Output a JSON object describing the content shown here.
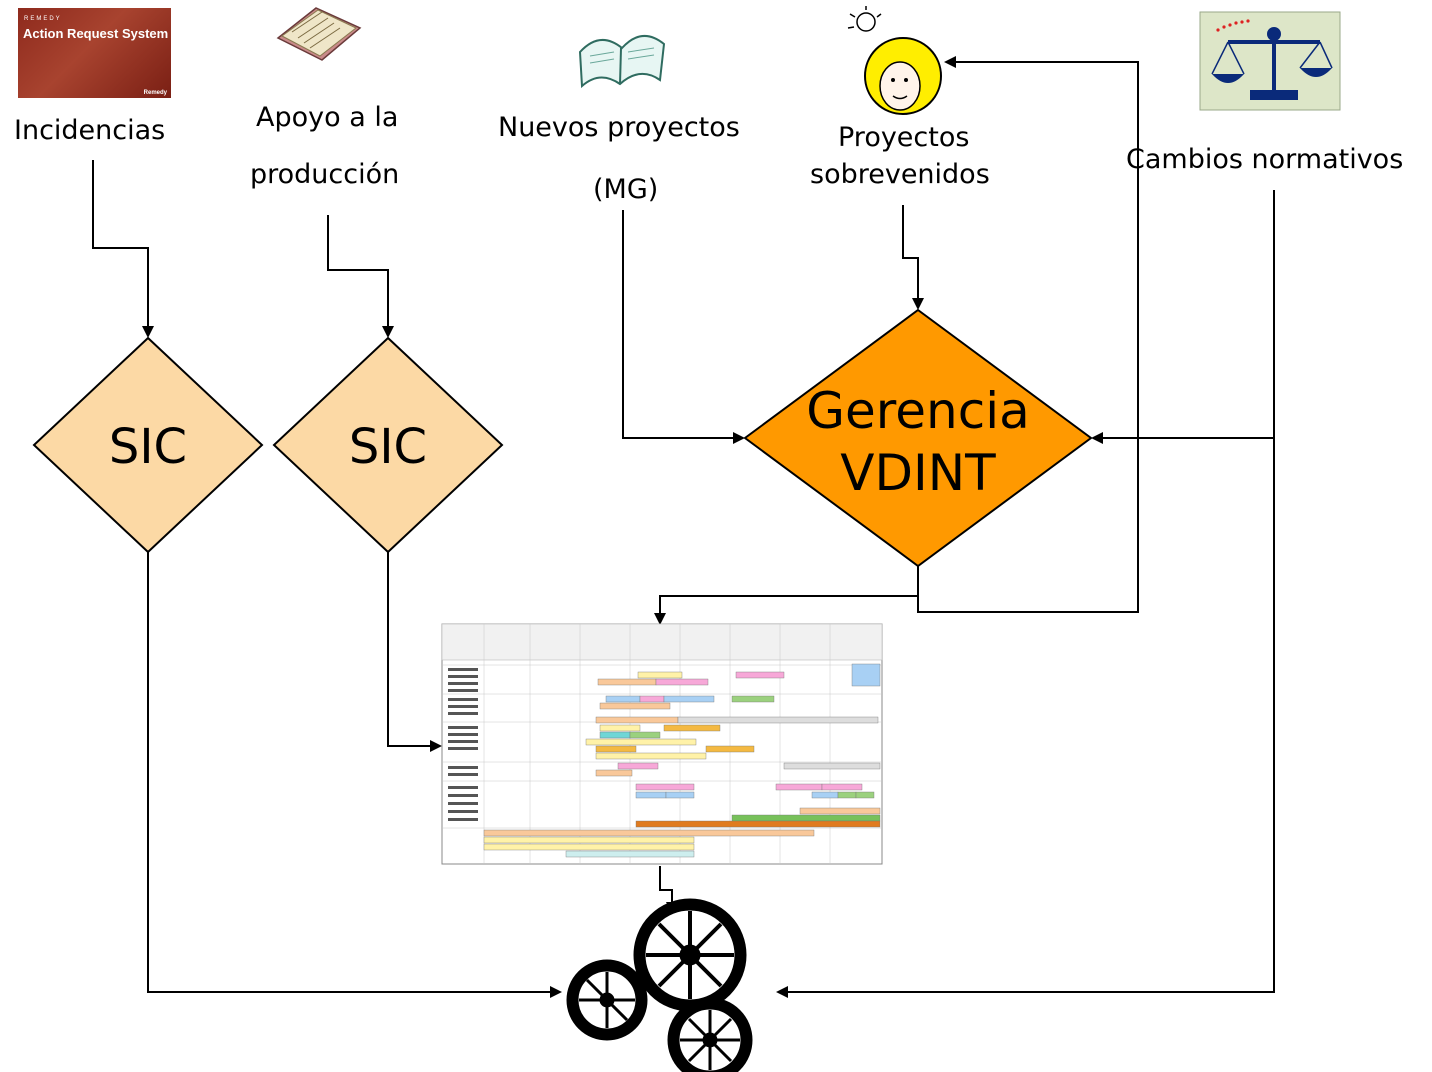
{
  "sources": {
    "incidencias": "Incidencias",
    "apoyo_line1": "Apoyo a la",
    "apoyo_line2": "producción",
    "nuevos_line1": "Nuevos proyectos",
    "nuevos_line2": "(MG)",
    "sobrevenidos_line1": "Proyectos",
    "sobrevenidos_line2": "sobrevenidos",
    "cambios": "Cambios normativos"
  },
  "remedy_logo": {
    "small": "REMEDY",
    "title": "Action Request System",
    "brand": "Remedy"
  },
  "decisions": {
    "sic_1": "SIC",
    "sic_2": "SIC",
    "gerencia_line1": "Gerencia",
    "gerencia_line2": "VDINT"
  },
  "colors": {
    "sic_fill": "#fcd9a5",
    "gerencia_fill": "#ff9900",
    "line": "#000000"
  },
  "icons": [
    "remedy-logo-icon",
    "ledger-book-icon",
    "open-book-icon",
    "lightbulb-idea-icon",
    "scales-of-justice-icon",
    "gantt-schedule-icon",
    "gears-icon"
  ]
}
